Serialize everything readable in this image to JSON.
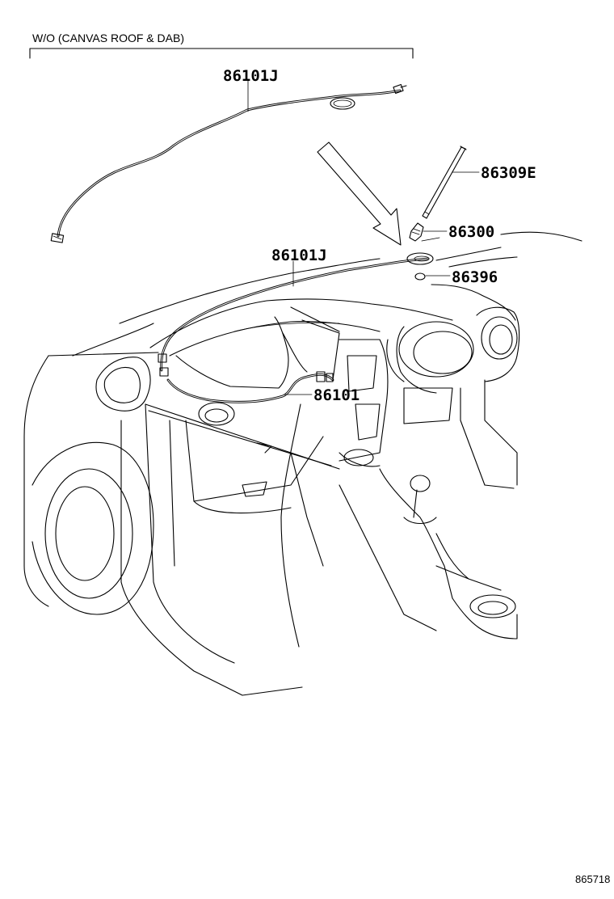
{
  "condition_note": "W/O (CANVAS ROOF & DAB)",
  "callouts": [
    {
      "id": "cable-upper",
      "part_number": "86101J"
    },
    {
      "id": "rod",
      "part_number": "86309E"
    },
    {
      "id": "base",
      "part_number": "86300"
    },
    {
      "id": "cable-dash",
      "part_number": "86101J"
    },
    {
      "id": "pad",
      "part_number": "86396"
    },
    {
      "id": "cable-lower",
      "part_number": "86101"
    }
  ],
  "figure_ref": "865718"
}
